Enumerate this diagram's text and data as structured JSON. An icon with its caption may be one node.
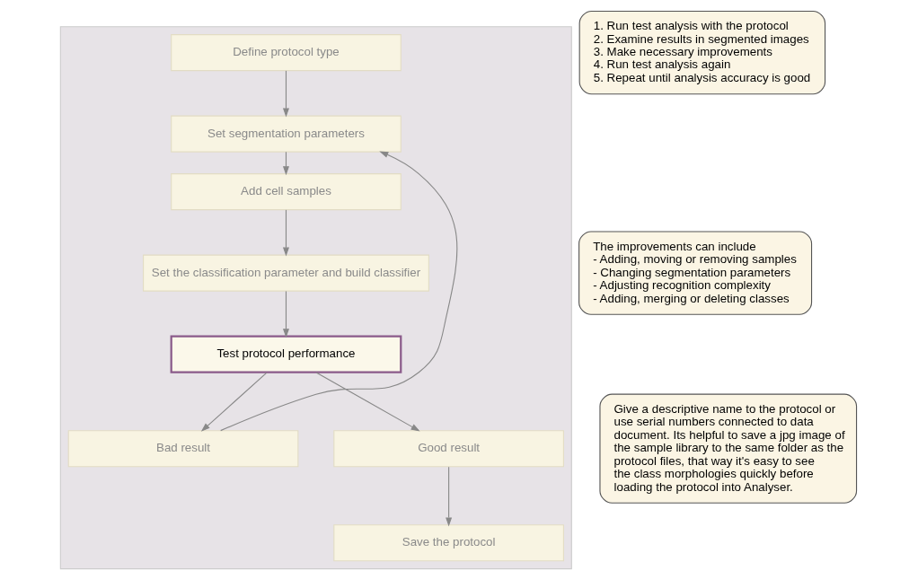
{
  "diagram": {
    "nodes": [
      {
        "text": [],
        "shape": "box"
      },
      {
        "text": [
          "Define protocol type"
        ],
        "in": 0
      },
      {
        "text": [
          "Set segmentation parameters"
        ],
        "in": 0
      },
      {
        "text": [
          "Add cell samples"
        ],
        "in": 0
      },
      {
        "text": [
          "Set the classification parameter and build classifier"
        ],
        "in": 0
      },
      {
        "text": [
          "Test protocol performance"
        ],
        "in": 0
      },
      {
        "text": [
          "Bad result"
        ],
        "in": 0
      },
      {
        "text": [
          "Good result"
        ],
        "in": 0
      },
      {
        "text": [
          "Save the protocol"
        ],
        "in": 0
      },
      {
        "text": [
          "1. Run test analysis with the protocol",
          "2. Examine results in segmented images",
          "3. Make necessary improvements",
          "4. Run test analysis again",
          "5. Repeat until analysis accuracy is good"
        ]
      },
      {
        "text": [
          "The improvements can include",
          "- Adding, moving or removing samples",
          "- Changing segmentation parameters",
          "- Adjusting recognition complexity",
          "- Adding, merging or deleting classes"
        ]
      },
      {
        "text": [
          "Give a descriptive name to the protocol or use serial numbers connected to data document. Its helpful to save a jpg image of the sample library to the same folder as the protocol files, that way it's easy to see the class morphologies quickly before loading the protocol into Analyser."
        ]
      }
    ],
    "edges": [
      {
        "from": 1,
        "to": 2,
        "arrow": "to"
      },
      {
        "from": 2,
        "to": 3,
        "arrow": "to"
      },
      {
        "from": 3,
        "to": 4,
        "arrow": "to"
      },
      {
        "from": 4,
        "to": 5,
        "arrow": "to"
      },
      {
        "from": 5,
        "to": 6,
        "arrow": "to"
      },
      {
        "from": 5,
        "to": 7,
        "arrow": "to"
      },
      {
        "from": 7,
        "to": 8,
        "arrow": "to"
      },
      {
        "from": 6,
        "to": 2,
        "arrow": "to"
      }
    ]
  }
}
